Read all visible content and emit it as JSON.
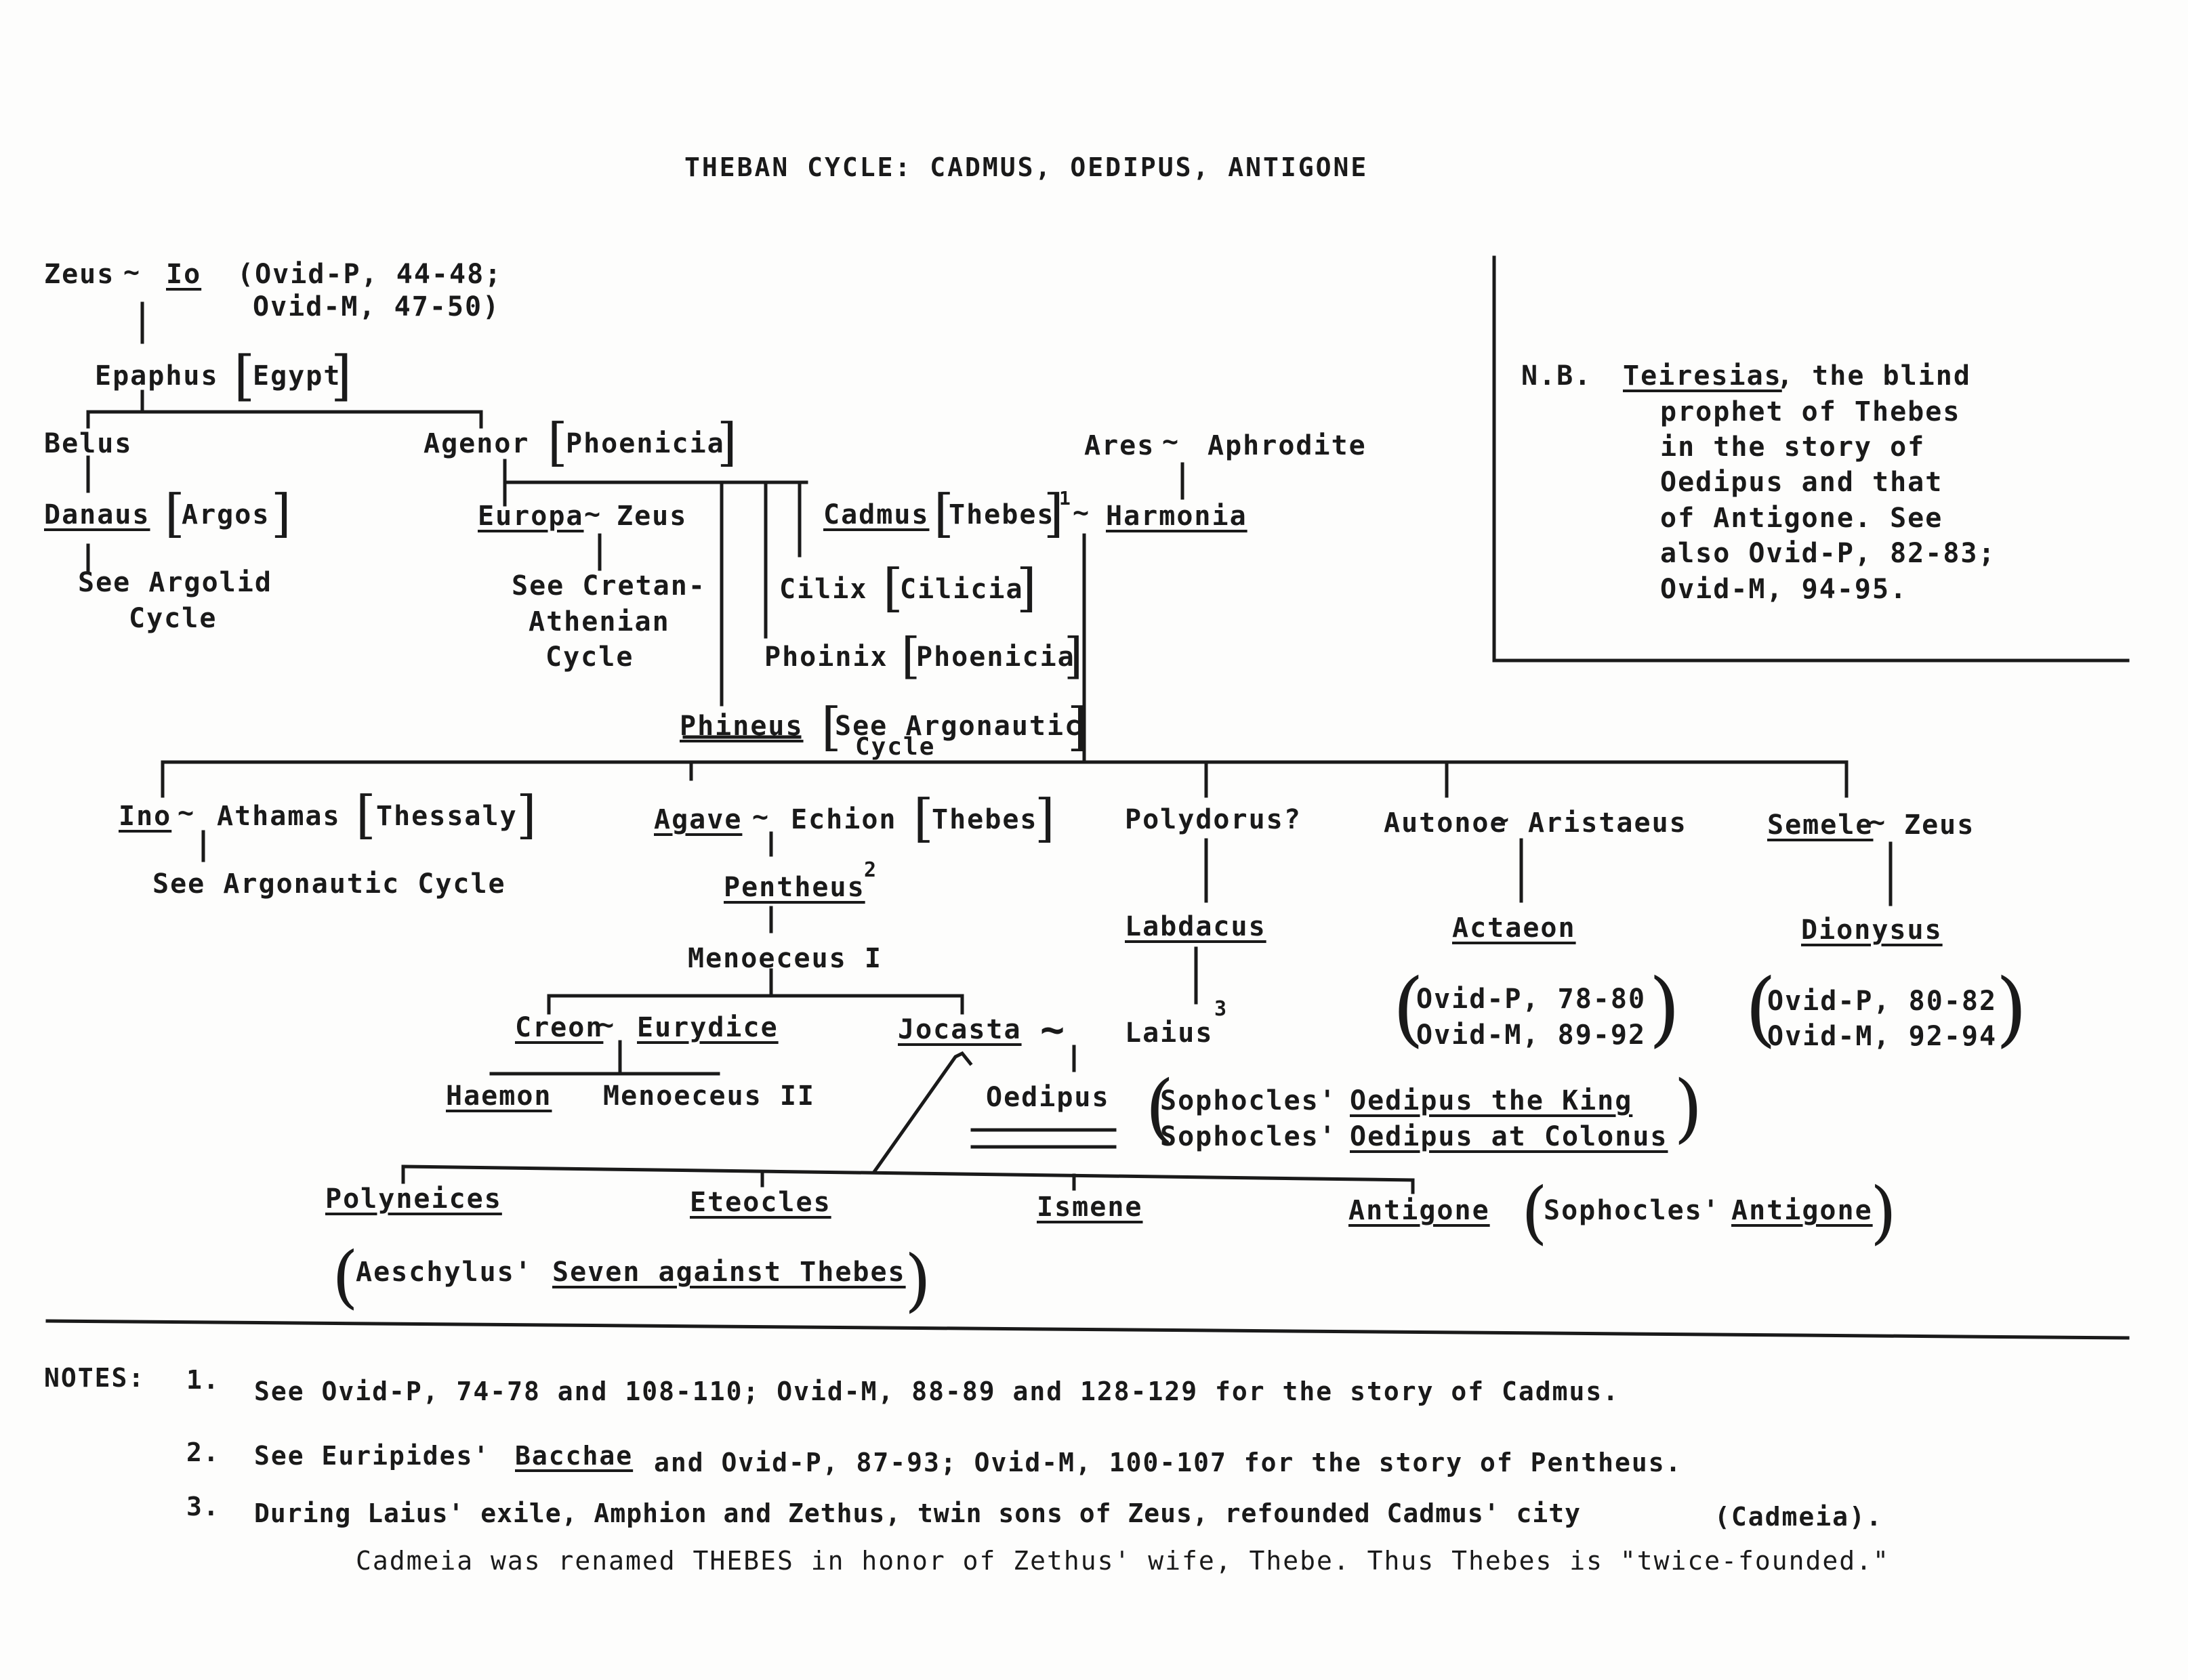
{
  "title": "THEBAN CYCLE: CADMUS, OEDIPUS, ANTIGONE",
  "mating": "~",
  "nodes": {
    "zeus1": "Zeus",
    "io": "Io",
    "io_ref1": "(Ovid-P, 44-48;",
    "io_ref2": "Ovid-M, 47-50)",
    "epaphus": "Epaphus",
    "egypt": "Egypt",
    "belus": "Belus",
    "agenor": "Agenor",
    "phoenicia1": "Phoenicia",
    "danaus": "Danaus",
    "argos": "Argos",
    "argolid1": "See Argolid",
    "argolid2": "Cycle",
    "europa": "Europa",
    "zeus2": "Zeus",
    "cretan1": "See Cretan-",
    "cretan2": "Athenian",
    "cretan3": "Cycle",
    "cadmus": "Cadmus",
    "thebes1": "Thebes",
    "cadmus_note": "1",
    "harmonia": "Harmonia",
    "ares": "Ares",
    "aphrodite": "Aphrodite",
    "cilix": "Cilix",
    "cilicia": "Cilicia",
    "phoinix": "Phoinix",
    "phoenicia2": "Phoenicia",
    "phineus": "Phineus",
    "argo_ref1": "See Argonautic",
    "argo_ref2": "Cycle",
    "ino": "Ino",
    "athamas": "Athamas",
    "thessaly": "Thessaly",
    "see_argonautic": "See Argonautic Cycle",
    "agave": "Agave",
    "echion": "Echion",
    "thebes2": "Thebes",
    "pentheus": "Pentheus",
    "pentheus_note": "2",
    "menoeceus1": "Menoeceus I",
    "creon": "Creon",
    "eurydice": "Eurydice",
    "haemon": "Haemon",
    "menoeceus2": "Menoeceus II",
    "jocasta": "Jocasta",
    "oedipus": "Oedipus",
    "polydorus": "Polydorus?",
    "labdacus": "Labdacus",
    "laius": "Laius",
    "laius_note": "3",
    "autonoe": "Autonoe",
    "aristaeus": "Aristaeus",
    "actaeon": "Actaeon",
    "actaeon_ref1": "Ovid-P, 78-80",
    "actaeon_ref2": "Ovid-M, 89-92",
    "semele": "Semele",
    "zeus3": "Zeus",
    "dionysus": "Dionysus",
    "dionysus_ref1": "Ovid-P, 80-82",
    "dionysus_ref2": "Ovid-M, 92-94",
    "soph1_author": "Sophocles'",
    "soph1_work": "Oedipus the King",
    "soph2_author": "Sophocles'",
    "soph2_work": "Oedipus at Colonus",
    "polyneices": "Polyneices",
    "eteocles": "Eteocles",
    "ismene": "Ismene",
    "antigone": "Antigone",
    "soph3_author": "Sophocles'",
    "soph3_work": "Antigone",
    "aesch_author": "Aeschylus'",
    "aesch_work": "Seven against Thebes"
  },
  "nb": {
    "label": "N.B.",
    "name": "Teiresias",
    "line1": ", the blind",
    "line2": "prophet of Thebes",
    "line3": "in the story of",
    "line4": "Oedipus and that",
    "line5": "of Antigone.  See",
    "line6": "also Ovid-P, 82-83;",
    "line7": "Ovid-M, 94-95."
  },
  "notes": {
    "label": "NOTES:",
    "n1_num": "1.",
    "n1_text": "See Ovid-P, 74-78 and 108-110; Ovid-M, 88-89 and 128-129 for the story of Cadmus.",
    "n2_num": "2.",
    "n2_pre": "See Euripides'",
    "n2_work": "Bacchae",
    "n2_post": "and Ovid-P, 87-93; Ovid-M, 100-107 for the story of Pentheus.",
    "n3_num": "3.",
    "n3_pre": "During Laius' exile, Amphion and Zethus, twin sons of Zeus, refounded Cadmus' city",
    "n3_paren": "(Cadmeia).",
    "n3_line2": "Cadmeia was renamed THEBES in honor of Zethus' wife, Thebe.  Thus Thebes is \"twice-founded.\""
  }
}
